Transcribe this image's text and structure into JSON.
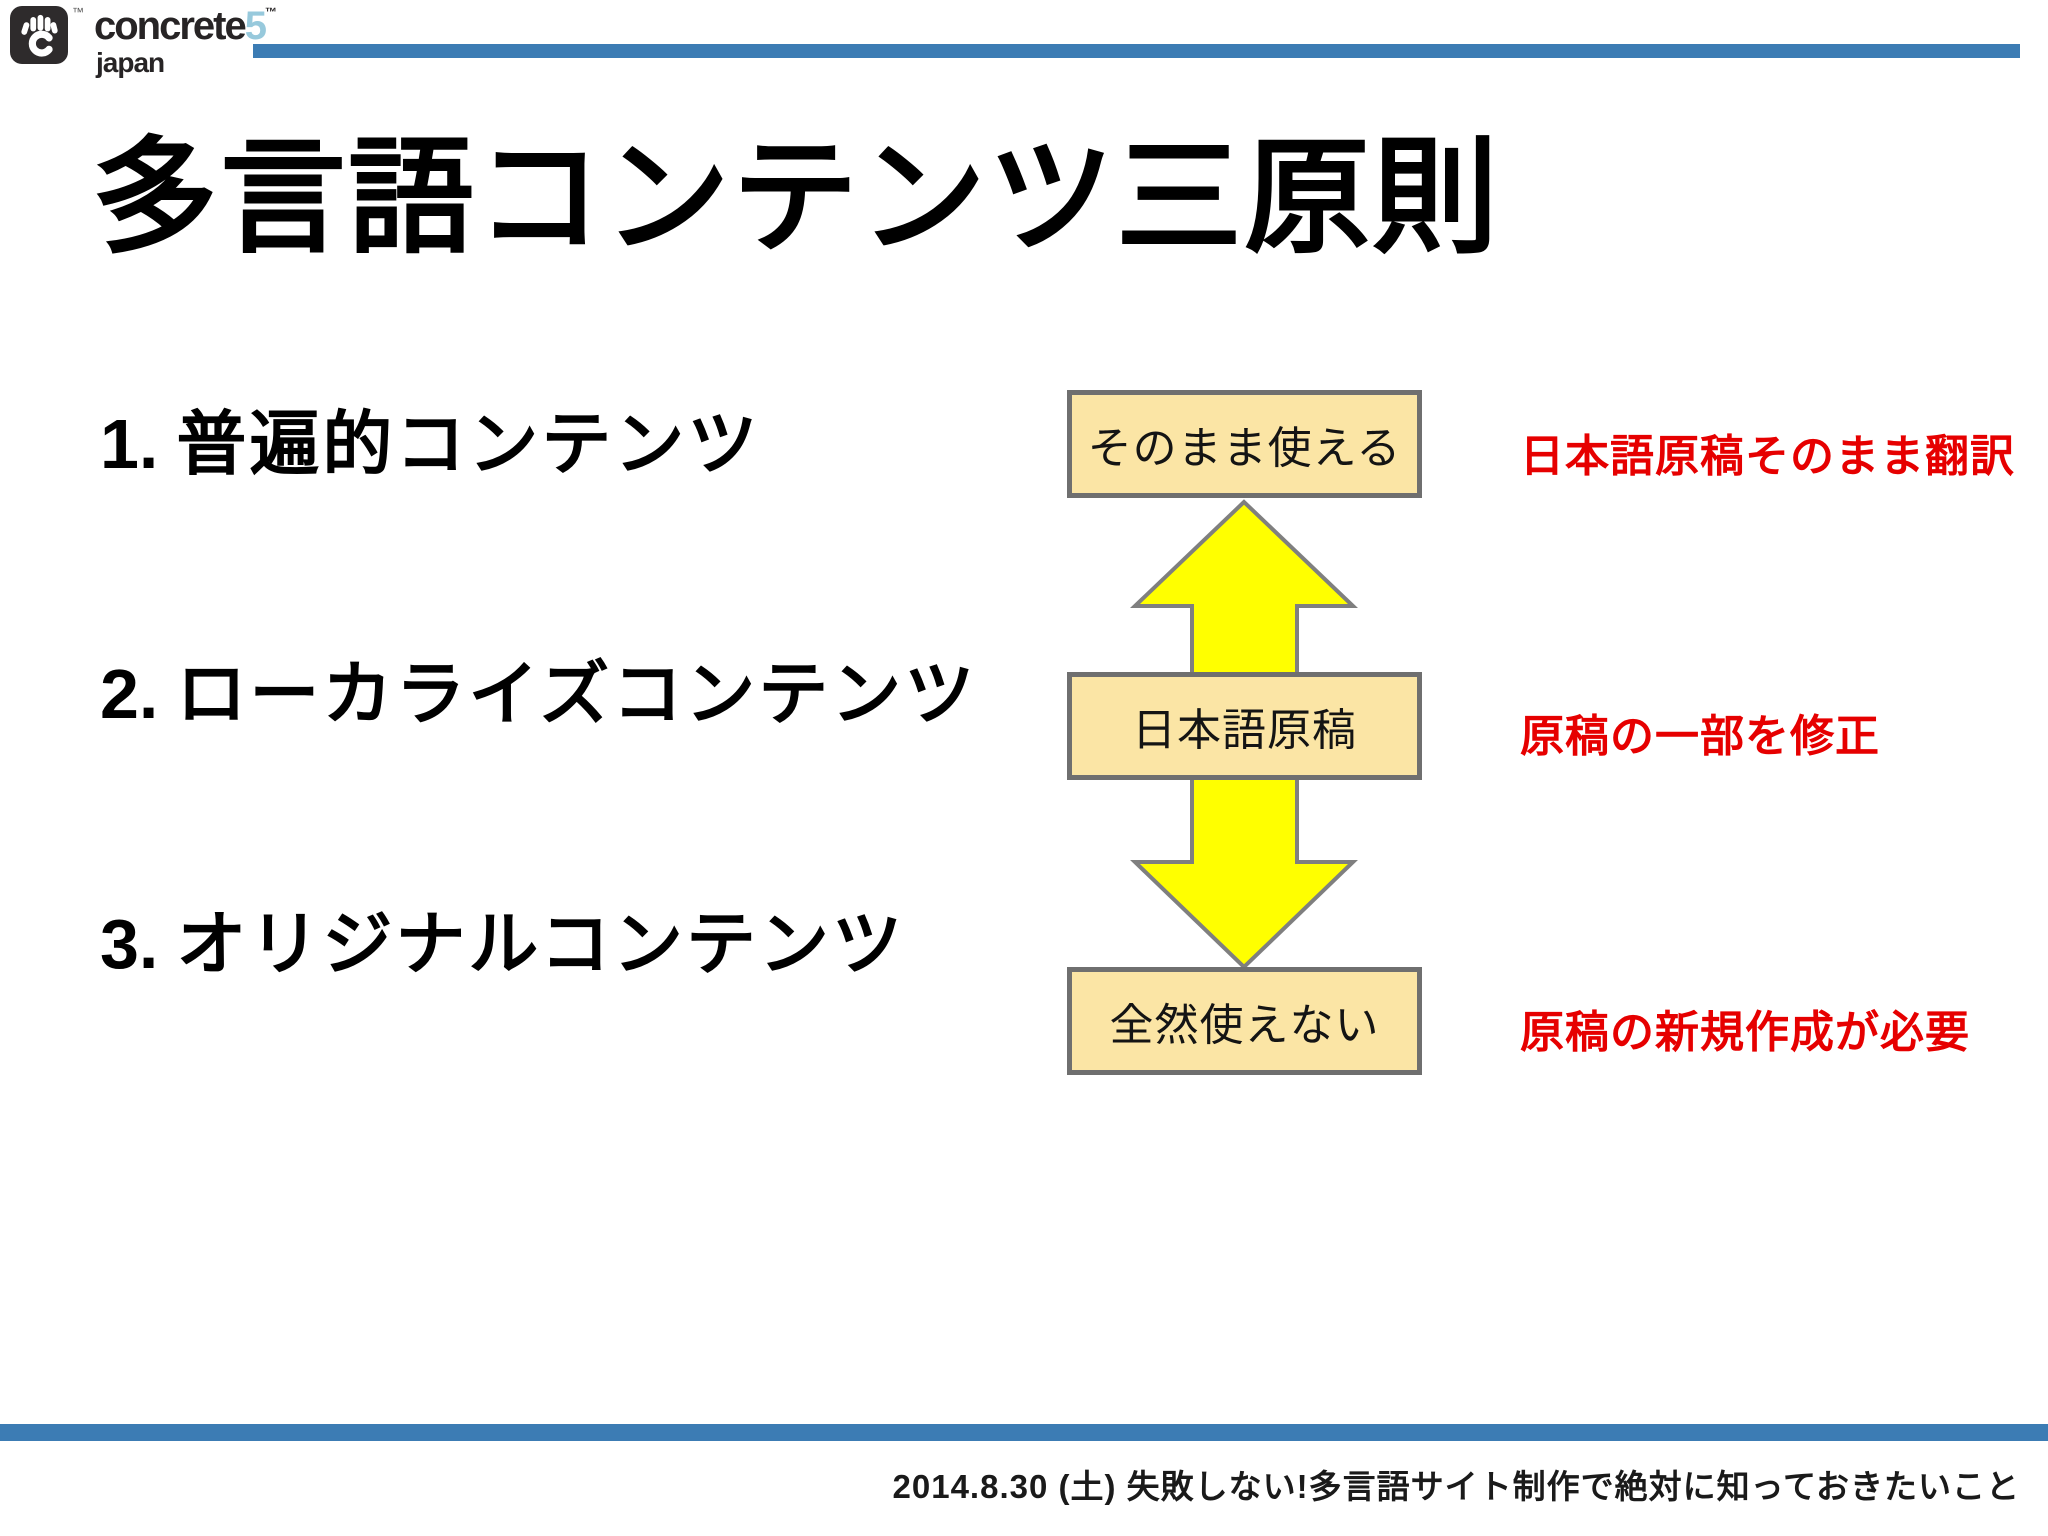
{
  "slide": {
    "background": "#ffffff",
    "accent_color": "#3c7cb4"
  },
  "logo": {
    "brand_main": "concrete",
    "brand_digit": "5",
    "brand_digit_color": "#97c9dc",
    "region": "japan",
    "trademark": "™"
  },
  "title": "多言語コンテンツ三原則",
  "principles": [
    {
      "number": "1.",
      "label": "普遍的コンテンツ"
    },
    {
      "number": "2.",
      "label": "ローカライズコンテンツ"
    },
    {
      "number": "3.",
      "label": "オリジナルコンテンツ"
    }
  ],
  "diagram": {
    "box_fill": "#fbe5a5",
    "box_border": "#6f6f6f",
    "arrow_fill": "#ffff00",
    "arrow_border": "#7f7f7f",
    "annotation_color": "#e60000",
    "boxes": [
      {
        "label": "そのまま使える"
      },
      {
        "label": "日本語原稿"
      },
      {
        "label": "全然使えない"
      }
    ],
    "annotations": [
      {
        "text": "日本語原稿そのまま翻訳"
      },
      {
        "text": "原稿の一部を修正"
      },
      {
        "text": "原稿の新規作成が必要"
      }
    ]
  },
  "footer": {
    "text": "2014.8.30 (土) 失敗しない!多言語サイト制作で絶対に知っておきたいこと"
  }
}
